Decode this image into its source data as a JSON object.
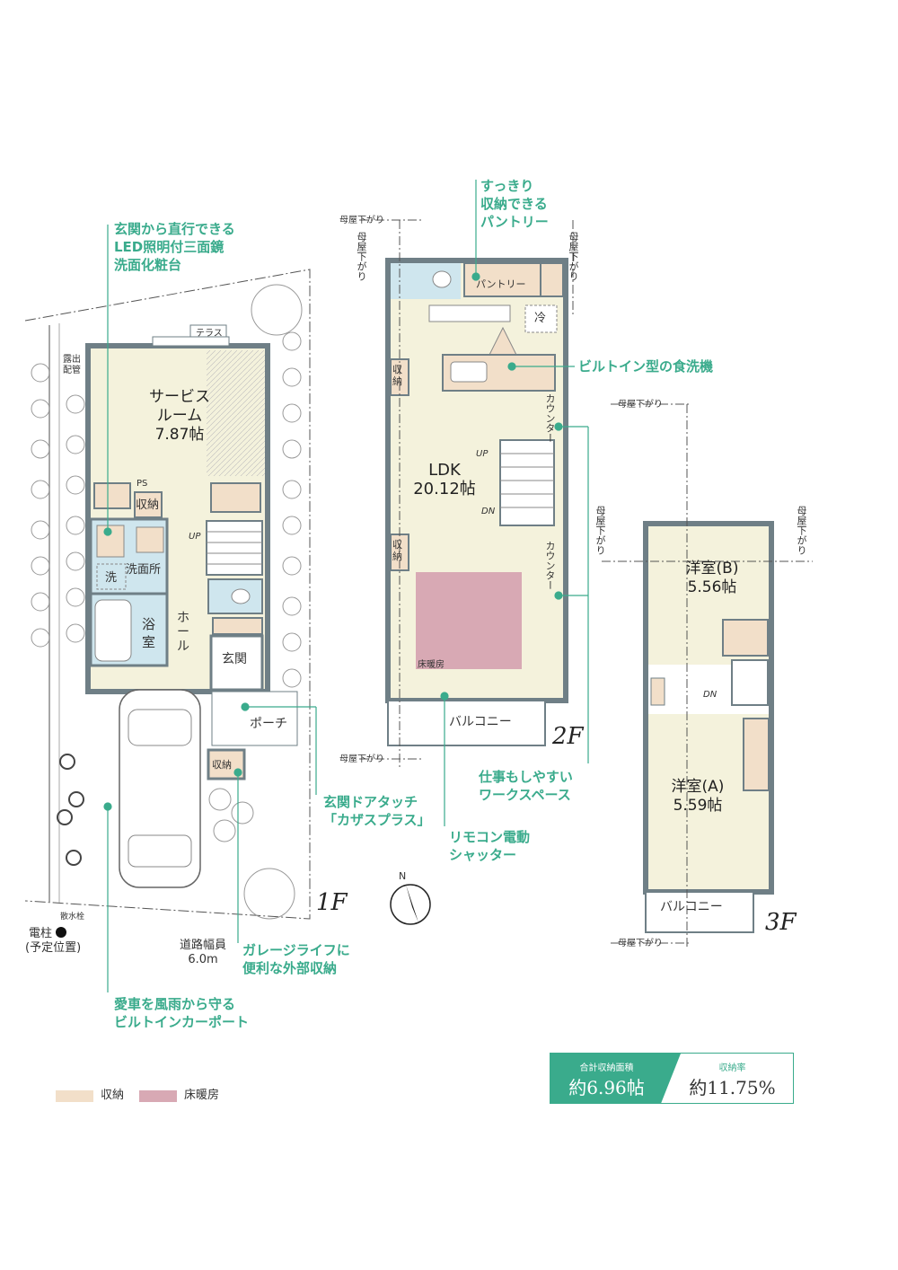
{
  "callouts": {
    "washstand": "玄関から直行できる\nLED照明付三面鏡\n洗面化粧台",
    "pantry": "すっきり\n収納できる\nパントリー",
    "dishwasher": "ビルトイン型の食洗機",
    "workspace": "仕事もしやすい\nワークスペース",
    "door_touch": "玄関ドアタッチ\n「カザスプラス」",
    "shutter": "リモコン電動\nシャッター",
    "garage_storage": "ガレージライフに\n便利な外部収納",
    "carport": "愛車を風雨から守る\nビルトインカーポート"
  },
  "floor1": {
    "label": "1F",
    "service_room": "サービス\nルーム\n7.87帖",
    "terrace": "テラス",
    "ps": "PS",
    "storage": "収納",
    "storage2": "収納",
    "up": "UP",
    "washroom": "洗面所",
    "wash_mark": "洗",
    "bath": "浴\n室",
    "hall": "ホ\nー\nル",
    "entrance": "玄関",
    "porch": "ポーチ",
    "pipe": "露出\n配管",
    "sprinkler": "散水栓",
    "pole": "電柱",
    "pole_note": "(予定位置)",
    "road": "道路幅員\n6.0m"
  },
  "floor2": {
    "label": "2F",
    "ldk": "LDK\n20.12帖",
    "pantry": "パントリー",
    "fridge": "冷",
    "storage_a": "収\n納",
    "storage_b": "収\n納",
    "counter_a": "カウンター",
    "counter_b": "カウンター",
    "up": "UP",
    "dn": "DN",
    "floor_heating": "床暖房",
    "balcony": "バルコニー",
    "eaves": "母屋下がり"
  },
  "floor3": {
    "label": "3F",
    "room_b": "洋室(B)\n5.56帖",
    "room_a": "洋室(A)\n5.59帖",
    "dn": "DN",
    "balcony": "バルコニー",
    "eaves": "母屋下がり"
  },
  "compass": "N",
  "legend": {
    "storage": "収納",
    "floor_heating": "床暖房",
    "storage_color": "#f2dfc9",
    "heating_color": "#d8a9b4"
  },
  "summary": {
    "area_label": "合計収納面積",
    "area_value": "約6.96帖",
    "ratio_label": "収納率",
    "ratio_value": "約11.75%"
  },
  "colors": {
    "accent": "#3aab8c",
    "wall": "#6f7f86",
    "room_fill": "#f4f2dc",
    "wet_fill": "#cfe6ee",
    "storage_fill": "#f2dfc9",
    "heating_fill": "#d8a9b4"
  }
}
